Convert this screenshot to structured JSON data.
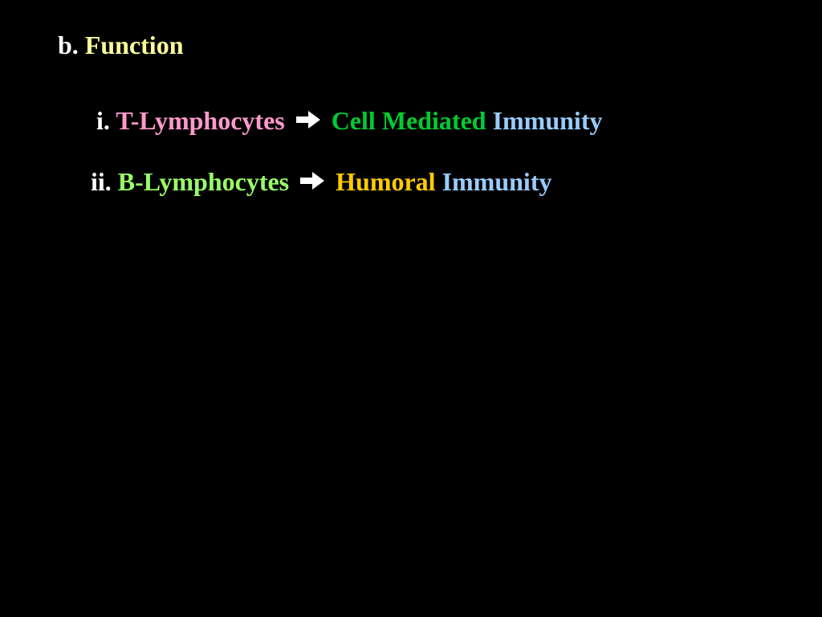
{
  "heading": {
    "marker": "b.",
    "text": "Function",
    "marker_color": "#ffffff",
    "text_color": "#ffff99"
  },
  "items": [
    {
      "marker": "i.",
      "lymph_prefix": "T-",
      "lymph_word": "Lymphocytes",
      "result_word_1": "Cell Mediated",
      "result_word_2": "Immunity",
      "colors": {
        "lymph": "#ff99cc",
        "result_1": "#00cc33",
        "result_2": "#99ccff"
      }
    },
    {
      "marker": "ii.",
      "lymph_prefix": "B-",
      "lymph_word": "Lymphocytes",
      "result_word_1": "Humoral",
      "result_word_2": "Immunity",
      "colors": {
        "lymph": "#99ff66",
        "result_1": "#ffcc00",
        "result_2": "#99ccff"
      }
    }
  ],
  "icons": {
    "arrow": "right-arrow-icon",
    "arrow_color": "#ffffff"
  }
}
